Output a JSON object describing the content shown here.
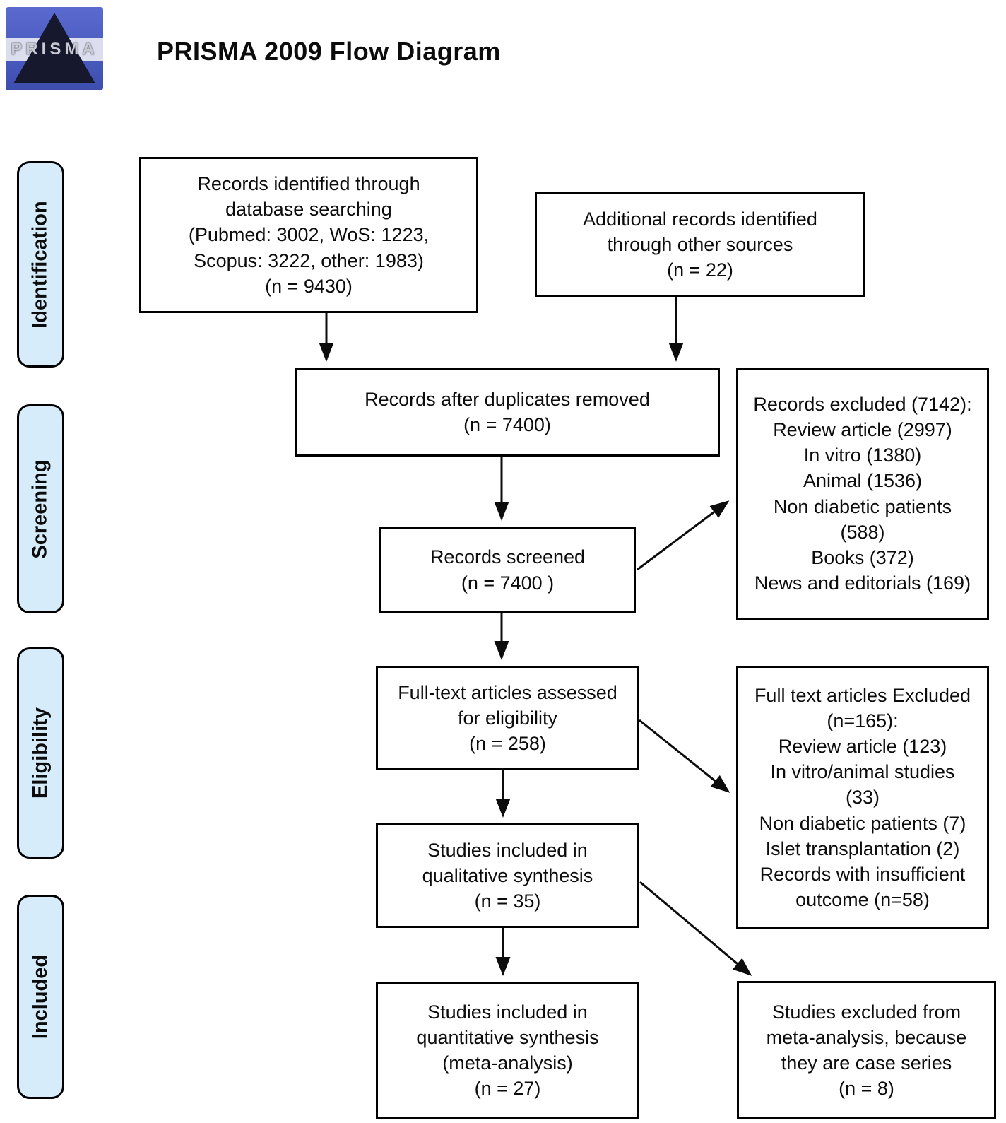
{
  "header": {
    "title": "PRISMA 2009 Flow Diagram",
    "logo_text": "PRISMA"
  },
  "phases": [
    {
      "label": "Identification"
    },
    {
      "label": "Screening"
    },
    {
      "label": "Eligibility"
    },
    {
      "label": "Included"
    }
  ],
  "nodes": {
    "records_identified": {
      "text": "Records identified through\ndatabase searching\n(Pubmed: 3002, WoS: 1223,\nScopus: 3222, other: 1983)\n(n = 9430)"
    },
    "additional_records": {
      "text": "Additional records identified\nthrough other sources\n(n = 22)"
    },
    "after_duplicates": {
      "text": "Records after duplicates removed\n(n = 7400)"
    },
    "records_excluded": {
      "text": "Records excluded (7142):\nReview article (2997)\nIn vitro (1380)\nAnimal (1536)\nNon diabetic patients\n(588)\nBooks (372)\nNews and editorials (169)"
    },
    "records_screened": {
      "text": "Records screened\n(n = 7400 )"
    },
    "fulltext_assessed": {
      "text": "Full-text articles assessed\nfor eligibility\n(n = 258)"
    },
    "fulltext_excluded": {
      "text": "Full text articles Excluded\n(n=165):\nReview article (123)\nIn vitro/animal studies\n(33)\nNon diabetic patients (7)\nIslet transplantation (2)\nRecords with insufficient\noutcome (n=58)"
    },
    "qualitative": {
      "text": "Studies included in\nqualitative synthesis\n(n = 35)"
    },
    "quantitative": {
      "text": "Studies included in\nquantitative synthesis\n(meta-analysis)\n(n = 27)"
    },
    "meta_excluded": {
      "text": "Studies excluded from\nmeta-analysis, because\nthey are case series\n(n = 8)"
    }
  },
  "colors": {
    "phase_fill": "#d6ecfb",
    "box_border": "#000000",
    "arrow": "#0c0c0c",
    "logo_blue": "#4a5bc0",
    "logo_triangle": "#16182e"
  }
}
